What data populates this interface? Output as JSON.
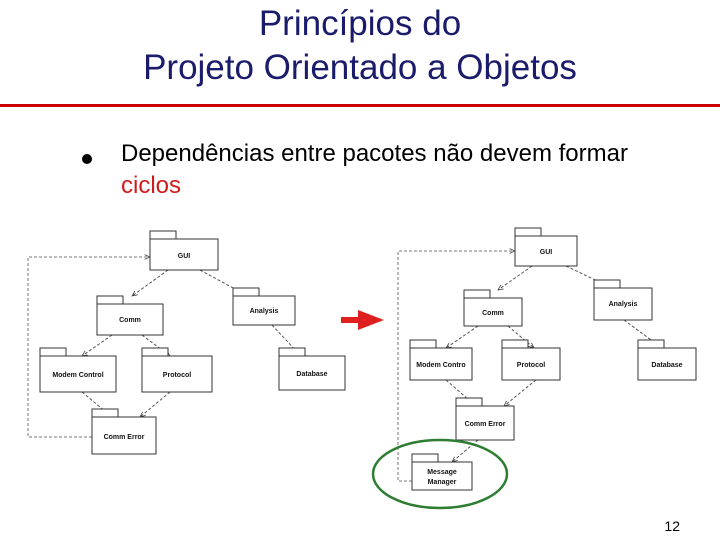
{
  "slide": {
    "title_line1": "Princípios do",
    "title_line2": "Projeto Orientado a Objetos",
    "bullet_prefix": "Dependências entre pacotes não devem formar ",
    "bullet_highlight": "ciclos",
    "page_number": "12"
  },
  "colors": {
    "title": "#1b1b6b",
    "rule": "#cc0000",
    "highlight": "#d11b1b",
    "arrow": "#e02020",
    "ellipse": "#2e7d32"
  },
  "left_diagram": {
    "gui": "GUI",
    "comm": "Comm",
    "analysis": "Analysis",
    "modem_control": "Modem Control",
    "protocol": "Protocol",
    "database": "Database",
    "comm_error": "Comm Error"
  },
  "right_diagram": {
    "gui": "GUI",
    "comm": "Comm",
    "analysis": "Analysis",
    "modem_control": "Modem Contro",
    "protocol": "Protocol",
    "database": "Database",
    "comm_error": "Comm Error",
    "message_manager_line1": "Message",
    "message_manager_line2": "Manager"
  }
}
